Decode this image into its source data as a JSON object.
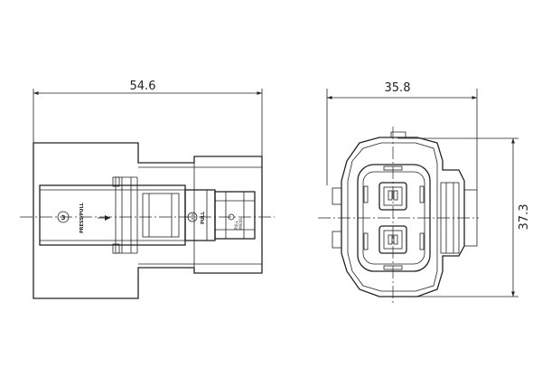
{
  "dimensions": {
    "side_width": "54.6",
    "front_width": "35.8",
    "front_height": "37.3"
  },
  "side_view": {
    "press_pull_label": "PRESS/PULL",
    "circle_number": "3",
    "pull_label": "PULL",
    "pull_press_label_1": "PULL",
    "pull_press_label_2": "PRESS"
  }
}
